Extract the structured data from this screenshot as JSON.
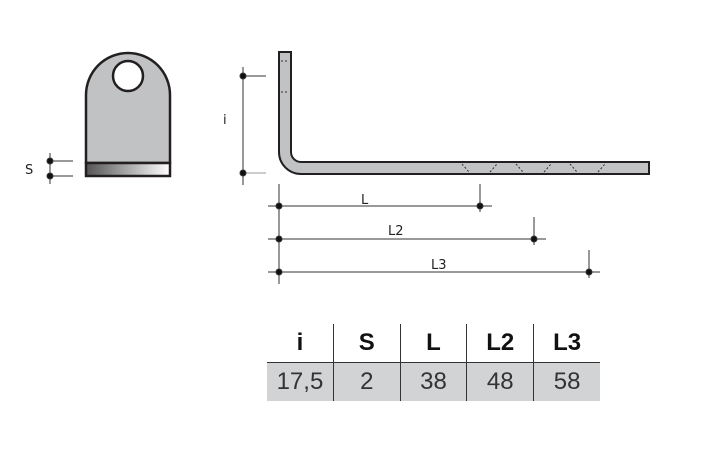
{
  "drawing": {
    "labels": {
      "s": "S",
      "i": "i",
      "l": "L",
      "l2": "L2",
      "l3": "L3"
    },
    "colors": {
      "part_fill": "#c1c2c4",
      "outline": "#231f20"
    }
  },
  "table": {
    "headers": [
      "i",
      "S",
      "L",
      "L2",
      "L3"
    ],
    "rows": [
      [
        "17,5",
        "2",
        "38",
        "48",
        "58"
      ]
    ]
  }
}
